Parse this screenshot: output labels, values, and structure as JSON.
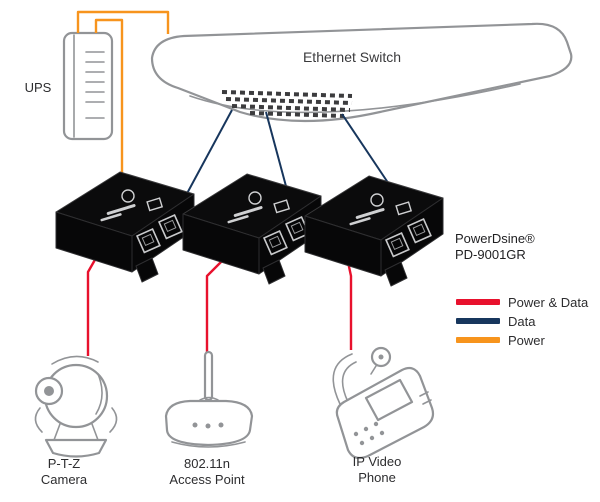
{
  "labels": {
    "ups": "UPS",
    "ethernet_switch": "Ethernet Switch"
  },
  "product": {
    "line1": "PowerDsine®",
    "line2": "PD-9001GR"
  },
  "legend": {
    "items": [
      {
        "label": "Power & Data",
        "color": "#e8112d"
      },
      {
        "label": "Data",
        "color": "#17365d"
      },
      {
        "label": "Power",
        "color": "#f7941d"
      }
    ]
  },
  "devices": {
    "camera": {
      "line1": "P-T-Z",
      "line2": "Camera"
    },
    "access_point": {
      "line1": "802.11n",
      "line2": "Access Point"
    },
    "phone": {
      "line1": "IP Video",
      "line2": "Phone"
    }
  },
  "colors": {
    "line_art_gray": "#929497",
    "injector_black": "#0b0b0c"
  }
}
